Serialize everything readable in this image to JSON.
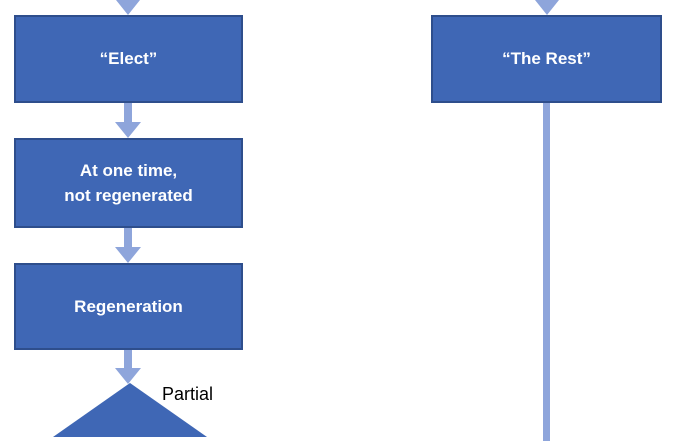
{
  "diagram": {
    "title": "election-flowchart",
    "left_column": {
      "boxes": {
        "elect": "“Elect”",
        "at_one_time": "At one time,\nnot regenerated",
        "regeneration": "Regeneration"
      },
      "triangle_label": "Partial"
    },
    "right_column": {
      "boxes": {
        "the_rest": "“The Rest”"
      }
    }
  },
  "colors": {
    "box_fill": "#3F67B5",
    "box_border": "#2E4E8C",
    "box_text": "#FFFFFF",
    "arrow": "#8EA5DB",
    "label_text": "#000000"
  }
}
